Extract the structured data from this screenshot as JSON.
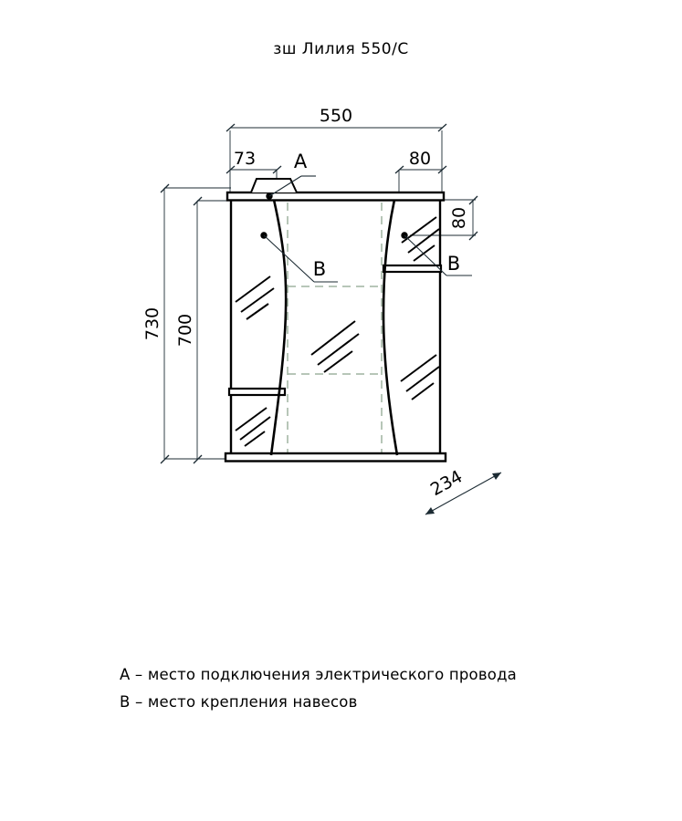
{
  "drawing": {
    "title": "зш Лилия 550/С",
    "type": "technical-drawing",
    "product": "зш Лилия 550/С"
  },
  "dimensions": {
    "overall_width": "550",
    "overall_height": "730",
    "door_height": "700",
    "left_offset": "73",
    "right_offset": "80",
    "right_vertical": "80",
    "depth": "234"
  },
  "markers": {
    "a": "A",
    "b_left": "B",
    "b_right": "B"
  },
  "legend": {
    "line_a": "A – место подключения электрического провода",
    "line_b": "B – место крепления навесов"
  },
  "colors": {
    "line": "#000000",
    "dimension": "#1a2a33",
    "hidden": "#9fb3a0",
    "background": "#ffffff"
  }
}
